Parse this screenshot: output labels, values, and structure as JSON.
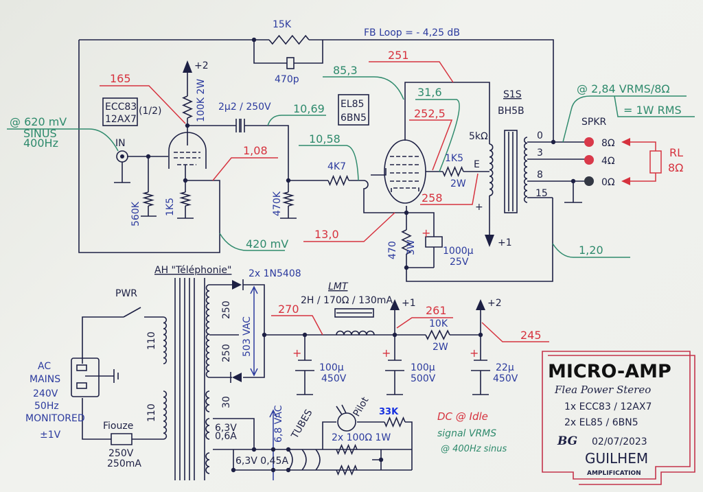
{
  "feedback": {
    "resistor": "15K",
    "capacitor": "470p",
    "loop_label": "FB Loop = - 4,25 dB"
  },
  "input": {
    "label": "IN",
    "signal": "@ 620 mV",
    "signal_type": "SINUS",
    "signal_freq": "400Hz"
  },
  "preamp": {
    "tube_line1": "ECC83",
    "tube_line2": "12AX7",
    "tube_half": "(1/2)",
    "plate_res": "100K 2W",
    "grid_res": "560K",
    "cathode_res": "1K5",
    "supply": "+2",
    "coupling_cap": "2µ2 / 250V",
    "grid_leak": "470K"
  },
  "power_stage": {
    "tube_line1": "EL85",
    "tube_line2": "6BN5",
    "grid_stopper": "4K7",
    "screen_res": "1K5",
    "screen_res_power": "2W",
    "screen_tap": "E",
    "cathode_res": "470",
    "cathode_res_power": "3W",
    "cathode_cap": "1000µ",
    "cathode_cap_voltage": "25V",
    "cap_plus": "+",
    "supply": "+1",
    "supply_plus": "+"
  },
  "output_transformer": {
    "name": "S1S",
    "model": "BH5B",
    "primary_impedance": "5kΩ",
    "taps": [
      "0",
      "3",
      "8",
      "15"
    ]
  },
  "speaker": {
    "label": "SPKR",
    "terminals": [
      "8Ω",
      "4Ω",
      "0Ω"
    ],
    "load_label": "RL",
    "load_value": "8Ω",
    "output_note": "@ 2,84 VRMS/8Ω",
    "power_note": "= 1W RMS"
  },
  "voltages_dc": {
    "v165": "165",
    "v108": "1,08",
    "v251": "251",
    "v2525": "252,5",
    "v258": "258",
    "v130": "13,0",
    "v270": "270",
    "v261": "261",
    "v245": "245"
  },
  "signal_vrms": {
    "v420mv": "420 mV",
    "v1069": "10,69",
    "v1058": "10,58",
    "v853": "85,3",
    "v316": "31,6",
    "v120": "1,20"
  },
  "power_supply": {
    "transformer": "AH \"Téléphonie\"",
    "mains_1": "AC",
    "mains_2": "MAINS",
    "mains_3": "240V",
    "mains_4": "50Hz",
    "mains_5": "MONITORED",
    "mains_6": "±1V",
    "switch": "PWR",
    "primary_a": "110",
    "primary_b": "110",
    "fuse": "Fiouze",
    "fuse_v": "250V",
    "fuse_a": "250mA",
    "diodes": "2x 1N5408",
    "hv_a": "250",
    "hv_b": "250",
    "hv_vac": "503 VAC",
    "winding_30": "30",
    "choke": "LMT",
    "choke_spec": "2H / 170Ω / 130mA",
    "cap1": "100µ",
    "cap1_v": "450V",
    "cap2": "100µ",
    "cap2_v": "500V",
    "cap3": "22µ",
    "cap3_v": "450V",
    "res": "10K",
    "res_w": "2W",
    "node1": "+1",
    "node2": "+2",
    "plus": "+",
    "heater_a": "6,3V",
    "heater_a2": "0,6A",
    "heater_b": "6,3V 0,45A",
    "heater_vac": "6,8 VAC",
    "tubes": "TUBES",
    "pilot": "Pilot",
    "pilot_res": "33K",
    "heater_res": "2x 100Ω 1W"
  },
  "legend": {
    "dc": "DC @ Idle",
    "signal_1": "signal VRMS",
    "signal_2": "@ 400Hz sinus"
  },
  "title_block": {
    "title": "MICRO-AMP",
    "subtitle": "Flea Power Stereo",
    "tube_1": "1x ECC83 / 12AX7",
    "tube_2": "2x EL85 / 6BN5",
    "initials": "BG",
    "date": "02/07/2023",
    "brand": "GUILHEM",
    "brand_sub": "AMPLIFICATION"
  },
  "colors": {
    "ink": "#1d2044",
    "component_blue": "#2b3a9e",
    "dc_red": "#d6323e",
    "signal_green": "#2e8a6c"
  }
}
